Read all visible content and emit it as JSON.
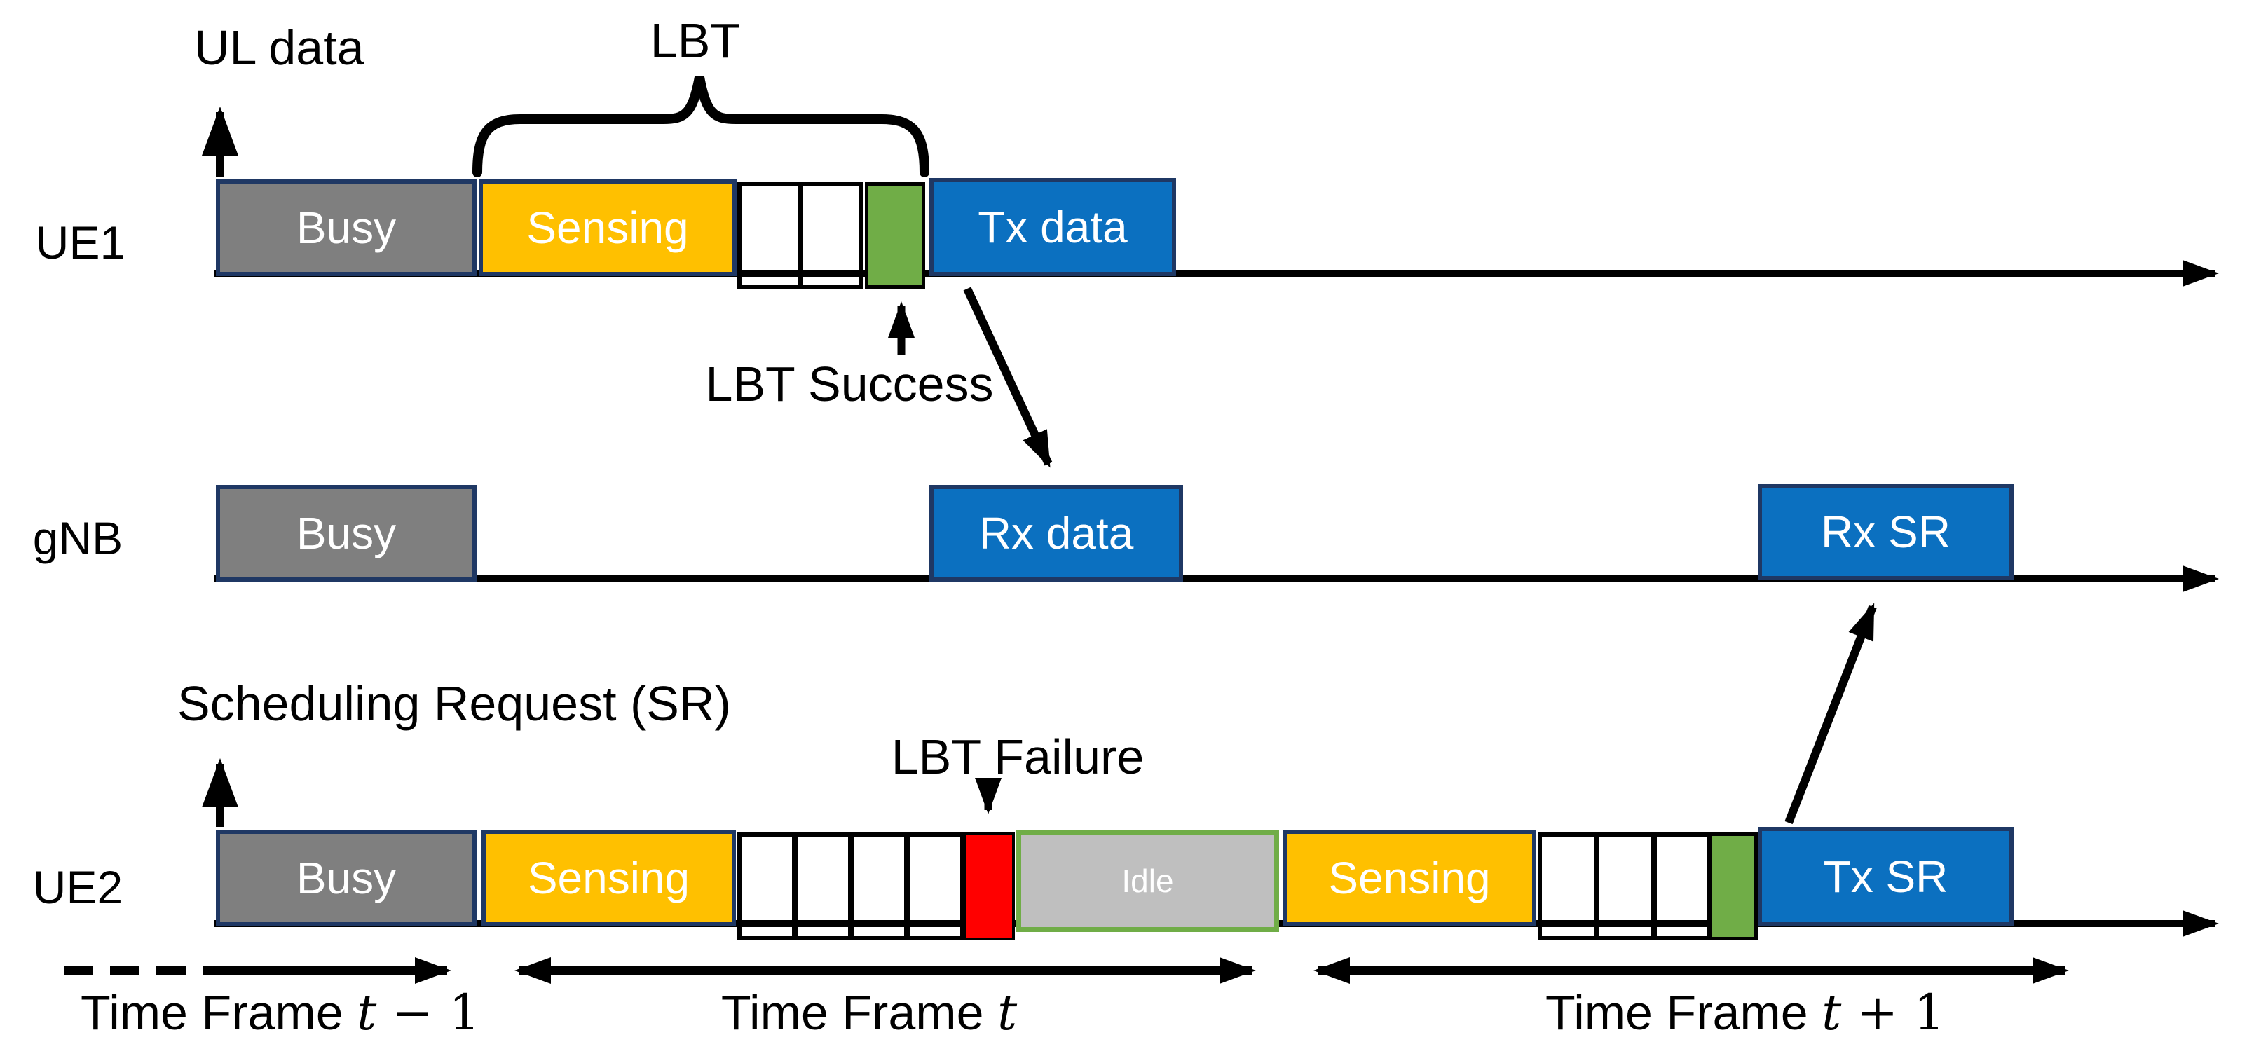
{
  "annotations": {
    "ul_data": "UL data",
    "lbt": "LBT",
    "lbt_success": "LBT Success",
    "scheduling_request": "Scheduling Request (SR)",
    "lbt_failure": "LBT Failure"
  },
  "lanes": {
    "ue1": {
      "label": "UE1",
      "busy": "Busy",
      "sensing": "Sensing",
      "tx_data": "Tx data",
      "backoff_slots": 2
    },
    "gnb": {
      "label": "gNB",
      "busy": "Busy",
      "rx_data": "Rx data",
      "rx_sr": "Rx SR"
    },
    "ue2": {
      "label": "UE2",
      "busy": "Busy",
      "sensing_1": "Sensing",
      "idle": "Idle",
      "sensing_2": "Sensing",
      "tx_sr": "Tx SR",
      "backoff_slots_1": 4,
      "backoff_slots_2": 3
    }
  },
  "time_axis": {
    "frames": [
      {
        "prefix": "Time Frame ",
        "var": "t",
        "suffix": " − 1"
      },
      {
        "prefix": "Time Frame ",
        "var": "t",
        "suffix": ""
      },
      {
        "prefix": "Time Frame ",
        "var": "t",
        "suffix": " + 1"
      }
    ]
  },
  "colors": {
    "busy_gray": "#7F7F7F",
    "sensing_yellow": "#FFC000",
    "data_blue": "#0B70C0",
    "success_green": "#70AD47",
    "failure_red": "#FF0000",
    "idle_fill": "#BFBFBF",
    "idle_border": "#70AD47",
    "block_border_navy": "#1F3864",
    "line_black": "#000000"
  }
}
